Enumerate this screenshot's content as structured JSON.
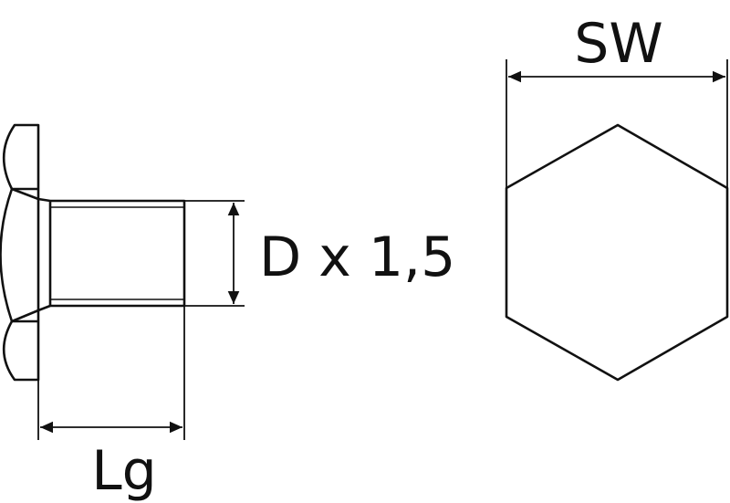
{
  "labels": {
    "width_across_flats": "SW",
    "thread": "D x 1,5",
    "thread_length": "Lg"
  },
  "colors": {
    "line": "#111111",
    "background": "#ffffff"
  }
}
